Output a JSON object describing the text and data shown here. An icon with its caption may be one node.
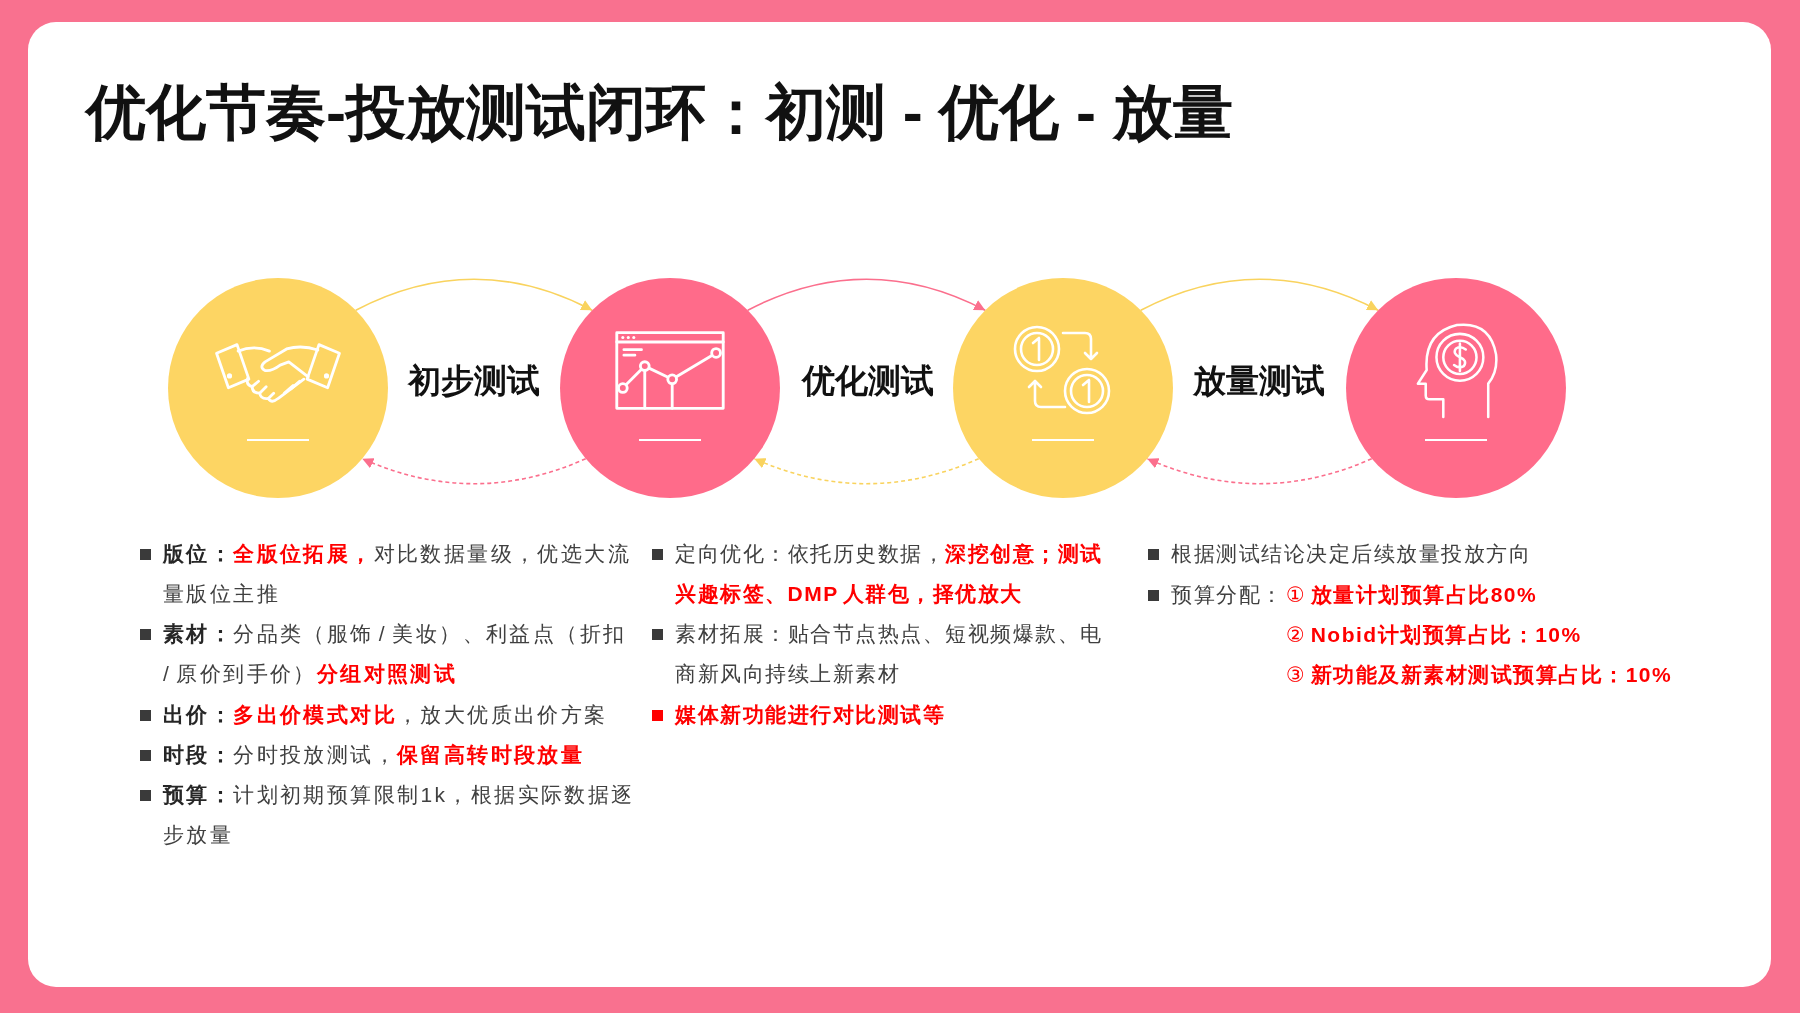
{
  "diagram": {
    "title": "优化节奏-投放测试闭环：初测 - 优化 - 放量",
    "nodes": [
      {
        "text": [],
        "shape": "circle"
      },
      {
        "text": [],
        "shape": "circle"
      },
      {
        "text": [],
        "shape": "circle"
      },
      {
        "text": [],
        "shape": "circle"
      }
    ],
    "edges": [
      {
        "from": 0,
        "to": 1,
        "arrow": "to",
        "color": "#f9d35e"
      },
      {
        "from": 1,
        "to": 0,
        "arrow": "to",
        "style": "dashed",
        "color": "#fb6f8d"
      },
      {
        "from": 1,
        "to": 2,
        "arrow": "to",
        "color": "#fb6f8d"
      },
      {
        "from": 2,
        "to": 1,
        "arrow": "to",
        "style": "dashed",
        "color": "#f9d35e"
      },
      {
        "from": 2,
        "to": 3,
        "arrow": "to",
        "color": "#f9d35e"
      },
      {
        "from": 3,
        "to": 2,
        "arrow": "to",
        "style": "dashed",
        "color": "#fb6f8d"
      }
    ],
    "labels": [
      "初步测试",
      "优化测试",
      "放量测试",
      "**版位：****全版位拓展，**对比数据量级，优选大流量版位主推",
      "**素材：**分品类（服饰 / 美妆）、利益点（折扣 / 原价到手价）**分组对照测试**",
      "**出价：****多出价模式对比**，放大优质出价方案",
      "**时段：**分时投放测试，**保留高转时段放量**",
      "**预算：**计划初期预算限制1k，根据实际数据逐步放量",
      "定向优化：依托历史数据，**深挖创意；测试兴趣标签、DMP 人群包，择优放大**",
      "素材拓展：贴合节点热点、短视频爆款、电商新风向持续上新素材",
      "媒体新功能进行对比测试等",
      "根据测试结论决定后续放量投放方向",
      "预算分配：",
      "① **放量计划预算占比80%**",
      "② **Nobid计划预算占比：10%**",
      "③ **新功能及新素材测试预算占比：10%**"
    ]
  }
}
